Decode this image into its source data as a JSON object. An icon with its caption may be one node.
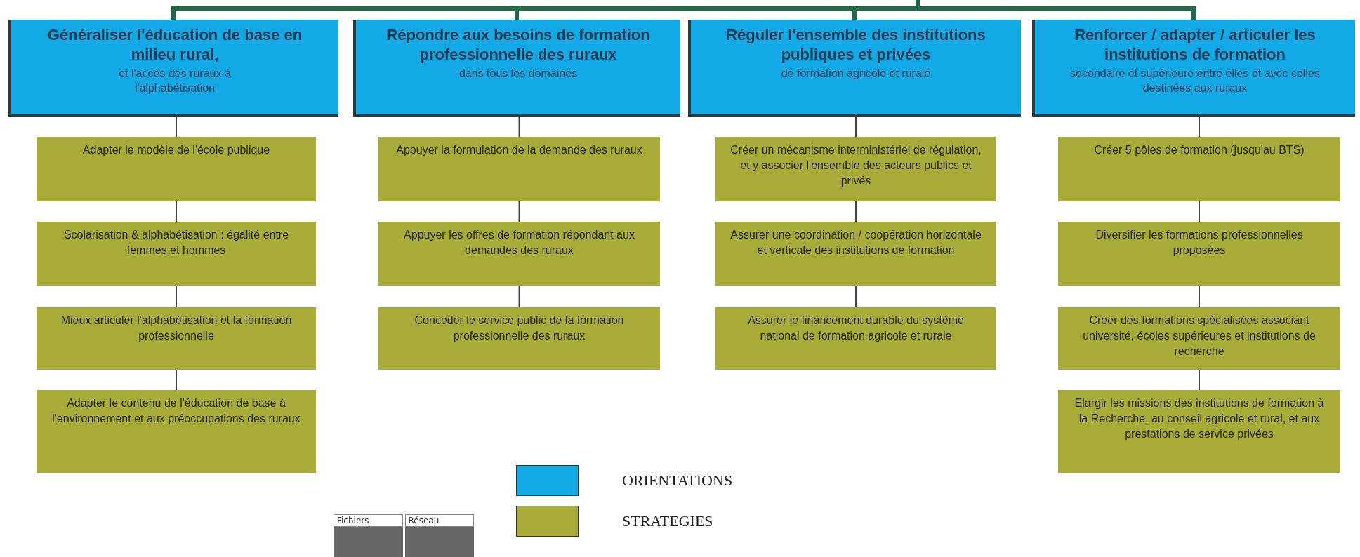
{
  "diagram": {
    "nodes": [
      {
        "text": [
          "Généraliser l'éducation de base en milieu rural,",
          "et l'accès des ruraux à l'alphabétisation"
        ]
      },
      {
        "text": [
          "Adapter le modèle de l'école publique"
        ]
      },
      {
        "text": [
          "Scolarisation & alphabétisation : égalité entre femmes et hommes"
        ]
      },
      {
        "text": [
          "Mieux articuler l'alphabétisation et la formation professionnelle"
        ]
      },
      {
        "text": [
          "Adapter le contenu de l'éducation de base à l'environnement et aux préoccupations des ruraux"
        ]
      },
      {
        "text": [
          "Répondre aux besoins de formation professionnelle des ruraux",
          "dans tous les domaines"
        ]
      },
      {
        "text": [
          "Appuyer la formulation de la demande des ruraux"
        ]
      },
      {
        "text": [
          "Appuyer les offres de formation répondant aux demandes des ruraux"
        ]
      },
      {
        "text": [
          "Concéder le service public de la formation professionnelle des ruraux"
        ]
      },
      {
        "text": [
          "Réguler l'ensemble des institutions publiques et privées",
          "de formation agricole et rurale"
        ]
      },
      {
        "text": [
          "Créer un mécanisme interministériel de régulation, et y associer l'ensemble des acteurs publics et privés"
        ]
      },
      {
        "text": [
          "Assurer une coordination / coopération horizontale et verticale des institutions de formation"
        ]
      },
      {
        "text": [
          "Assurer le financement durable du système national de formation agricole et rurale"
        ]
      },
      {
        "text": [
          "Renforcer / adapter / articuler les institutions de formation",
          "secondaire et supérieure entre elles et avec celles destinées aux ruraux"
        ]
      },
      {
        "text": [
          "Créer 5 pôles de formation (jusqu'au BTS)"
        ]
      },
      {
        "text": [
          "Diversifier les formations professionnelles proposées"
        ]
      },
      {
        "text": [
          "Créer des formations spécialisées associant université, écoles supérieures et institutions de recherche"
        ]
      },
      {
        "text": [
          "Elargir les missions des institutions de formation à la Recherche, au conseil agricole et rural, et aux prestations de service privées"
        ]
      }
    ],
    "edges": [
      {
        "from": null,
        "to": 0,
        "arrow": "none",
        "color": "#1e6b45",
        "style": "thick"
      },
      {
        "from": null,
        "to": 5,
        "arrow": "none",
        "color": "#1e6b45",
        "style": "thick"
      },
      {
        "from": null,
        "to": 9,
        "arrow": "none",
        "color": "#1e6b45",
        "style": "thick"
      },
      {
        "from": null,
        "to": 13,
        "arrow": "none",
        "color": "#1e6b45",
        "style": "thick"
      },
      {
        "from": 0,
        "to": 1,
        "arrow": "none"
      },
      {
        "from": 1,
        "to": 2,
        "arrow": "none"
      },
      {
        "from": 2,
        "to": 3,
        "arrow": "none"
      },
      {
        "from": 3,
        "to": 4,
        "arrow": "none"
      },
      {
        "from": 5,
        "to": 6,
        "arrow": "none"
      },
      {
        "from": 6,
        "to": 7,
        "arrow": "none"
      },
      {
        "from": 7,
        "to": 8,
        "arrow": "none"
      },
      {
        "from": 9,
        "to": 10,
        "arrow": "none"
      },
      {
        "from": 10,
        "to": 11,
        "arrow": "none"
      },
      {
        "from": 11,
        "to": 12,
        "arrow": "none"
      },
      {
        "from": 13,
        "to": 14,
        "arrow": "none"
      },
      {
        "from": 14,
        "to": 15,
        "arrow": "none"
      },
      {
        "from": 15,
        "to": 16,
        "arrow": "none"
      },
      {
        "from": 16,
        "to": 17,
        "arrow": "none"
      }
    ],
    "labels": [
      "Fichiers",
      "Réseau"
    ],
    "legend": [
      {
        "text": "ORIENTATIONS",
        "color": "#12a9e6"
      },
      {
        "text": "STRATEGIES",
        "color": "#a8ab38"
      }
    ]
  }
}
